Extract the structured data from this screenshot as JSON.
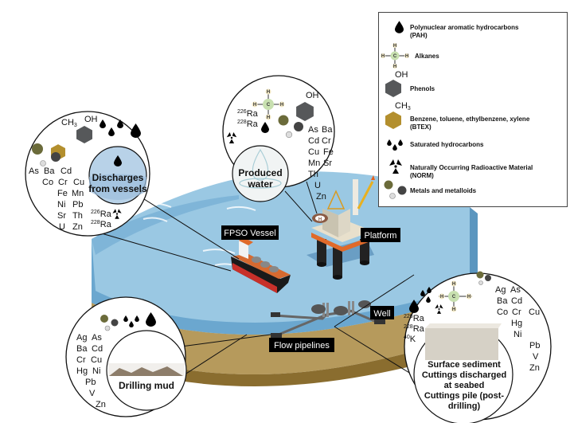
{
  "legend": {
    "items": [
      {
        "icon": "pah-drop-icon",
        "label": "Polynuclear aromatic hydrocarbons",
        "label2": "(PAH)"
      },
      {
        "icon": "alkane-molecule-icon",
        "label": "Alkanes"
      },
      {
        "icon": "phenol-hexagon-icon",
        "label": "Phenols",
        "group": "OH"
      },
      {
        "icon": "btex-hexagon-icon",
        "label": "Benzene, toluene, ethylbenzene, xylene",
        "label2": "(BTEX)",
        "group": "CH3"
      },
      {
        "icon": "saturated-drops-icon",
        "label": "Saturated hydrocarbons"
      },
      {
        "icon": "radiation-icon",
        "label": "Naturally Occurring Radioactive Material",
        "label2": "(NORM)"
      },
      {
        "icon": "metal-circles-icon",
        "label": "Metals and metalloids"
      }
    ],
    "colors": {
      "phenol": "#56585a",
      "btex": "#b38f2e",
      "metal_olive": "#6b6b3a",
      "metal_dark": "#444444",
      "metal_light": "#dddddd",
      "alkane": "#c8e0b0"
    }
  },
  "callouts": {
    "vessels": {
      "title1": "Discharges",
      "title2": "from vessels",
      "elements": [
        [
          "As",
          "Ba",
          "Cd"
        ],
        [
          "Co",
          "Cr",
          "Cu"
        ],
        [
          "Fe",
          "Mn"
        ],
        [
          "Ni",
          "Pb"
        ],
        [
          "Sr",
          "Th"
        ],
        [
          "U",
          "Zn"
        ]
      ],
      "radio": [
        {
          "mass": "226",
          "el": "Ra"
        },
        {
          "mass": "228",
          "el": "Ra"
        }
      ]
    },
    "produced": {
      "title1": "Produced",
      "title2": "water",
      "elements": [
        [
          "As",
          "Ba"
        ],
        [
          "Cd",
          "Cr"
        ],
        [
          "Cu",
          "Fe"
        ],
        [
          "Mn",
          "Sr"
        ],
        [
          "Th"
        ],
        [
          "U"
        ],
        [
          "Zn"
        ]
      ],
      "radio": [
        {
          "mass": "226",
          "el": "Ra"
        },
        {
          "mass": "228",
          "el": "Ra"
        }
      ]
    },
    "drilling": {
      "title": "Drilling mud",
      "elements": [
        [
          "Ag",
          "As"
        ],
        [
          "Ba",
          "Cd"
        ],
        [
          "Cr",
          "Cu"
        ],
        [
          "Hg",
          "Ni"
        ],
        [
          "Pb"
        ],
        [
          "V"
        ],
        [
          "Zn"
        ]
      ]
    },
    "sediment": {
      "lines": [
        "Surface sediment",
        "Cuttings discharged",
        "at seabed",
        "Cuttings pile (post-",
        "drilling)"
      ],
      "elements": [
        [
          "Ag",
          "As"
        ],
        [
          "Ba",
          "Cd"
        ],
        [
          "Co",
          "Cr",
          "Cu"
        ],
        [
          "Hg"
        ],
        [
          "Ni"
        ],
        [
          "Pb"
        ],
        [
          "V"
        ],
        [
          "Zn"
        ]
      ],
      "radio": [
        {
          "mass": "226",
          "el": "Ra"
        },
        {
          "mass": "228",
          "el": "Ra"
        },
        {
          "mass": "40",
          "el": "K"
        }
      ]
    }
  },
  "tags": {
    "fpso": "FPSO Vessel",
    "platform": "Platform",
    "well": "Well",
    "pipelines": "Flow pipelines"
  },
  "molecule": {
    "C": "C",
    "H": "H",
    "OH": "OH",
    "CH3": "CH"
  }
}
